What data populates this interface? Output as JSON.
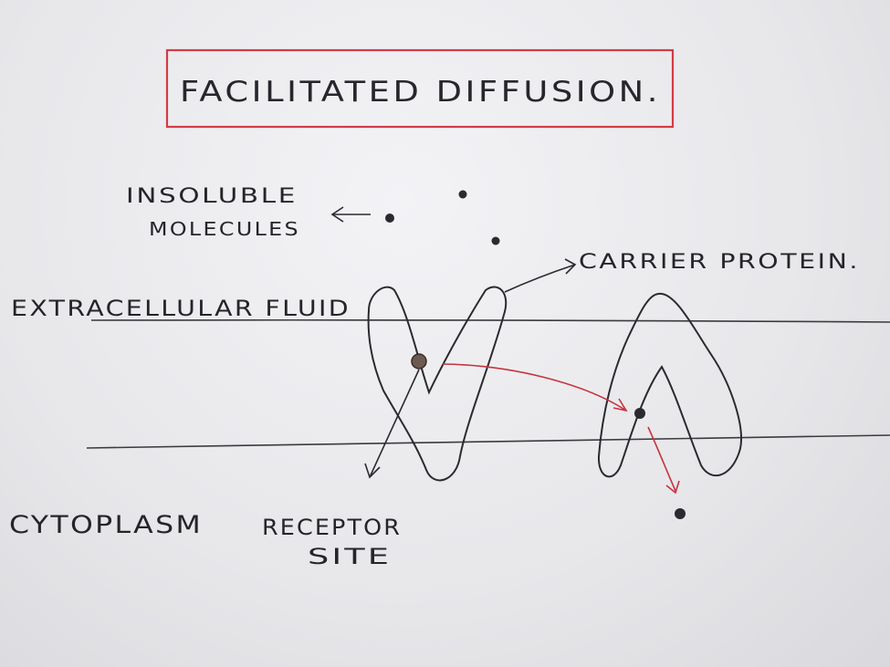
{
  "title": "FACILITATED DIFFUSION.",
  "labels": {
    "insoluble_line1": "INSOLUBLE",
    "insoluble_line2": "MOLECULES",
    "carrier_protein": "CARRIER PROTEIN.",
    "extracellular_fluid": "EXTRACELLULAR FLUID",
    "cytoplasm": "CYTOPLASM",
    "receptor_line1": "RECEPTOR",
    "receptor_line2": "SITE"
  },
  "colors": {
    "ink": "#2a2a30",
    "red_ink": "#c8323c",
    "title_box": "#d23c46",
    "paper": "#ececef"
  }
}
